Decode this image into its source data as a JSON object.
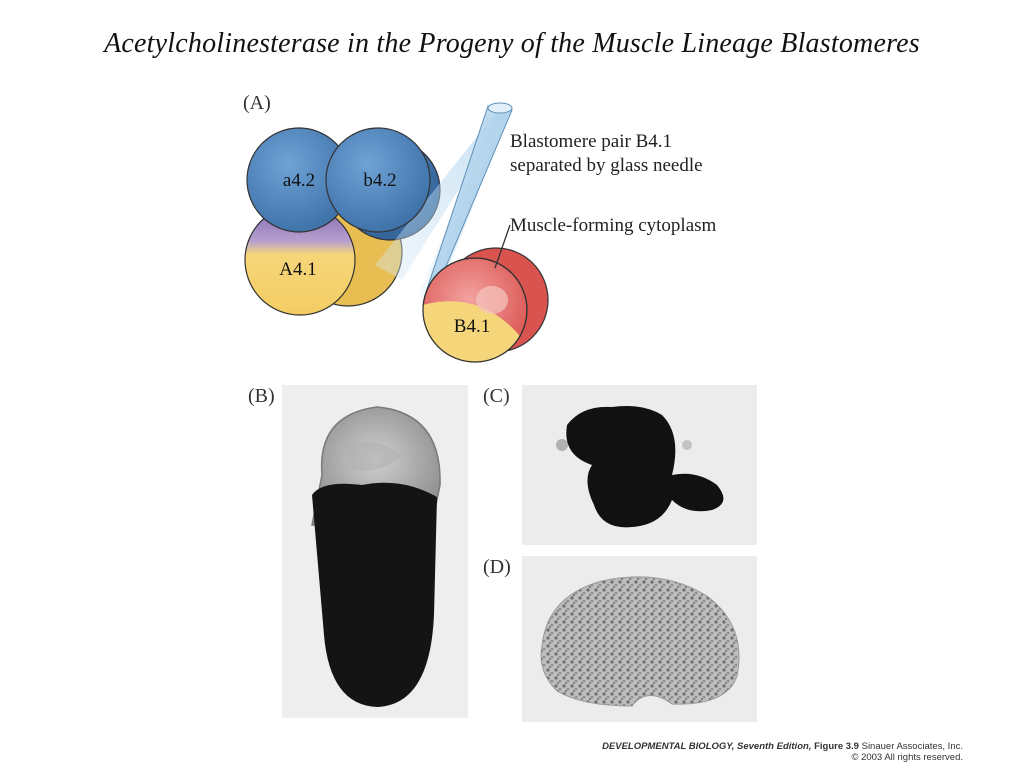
{
  "title": "Acetylcholinesterase in the Progeny of the Muscle Lineage Blastomeres",
  "panels": {
    "a": "(A)",
    "b": "(B)",
    "c": "(C)",
    "d": "(D)"
  },
  "cells": {
    "a42": "a4.2",
    "b42": "b4.2",
    "A41": "A4.1",
    "B41": "B4.1"
  },
  "annotations": {
    "needle_line1": "Blastomere pair B4.1",
    "needle_line2": "separated by glass needle",
    "cytoplasm": "Muscle-forming cytoplasm"
  },
  "colors": {
    "blue_cell": "#4a7fb8",
    "yellow_cell": "#f6d67a",
    "purple_band": "#8a6fb0",
    "red_cytoplasm": "#e0625f",
    "needle": "#a8cce8"
  },
  "credit": {
    "book": "DEVELOPMENTAL BIOLOGY, Seventh Edition,",
    "figure": "Figure 3.9",
    "publisher": "Sinauer Associates, Inc.",
    "copyright": "© 2003 All rights reserved."
  }
}
